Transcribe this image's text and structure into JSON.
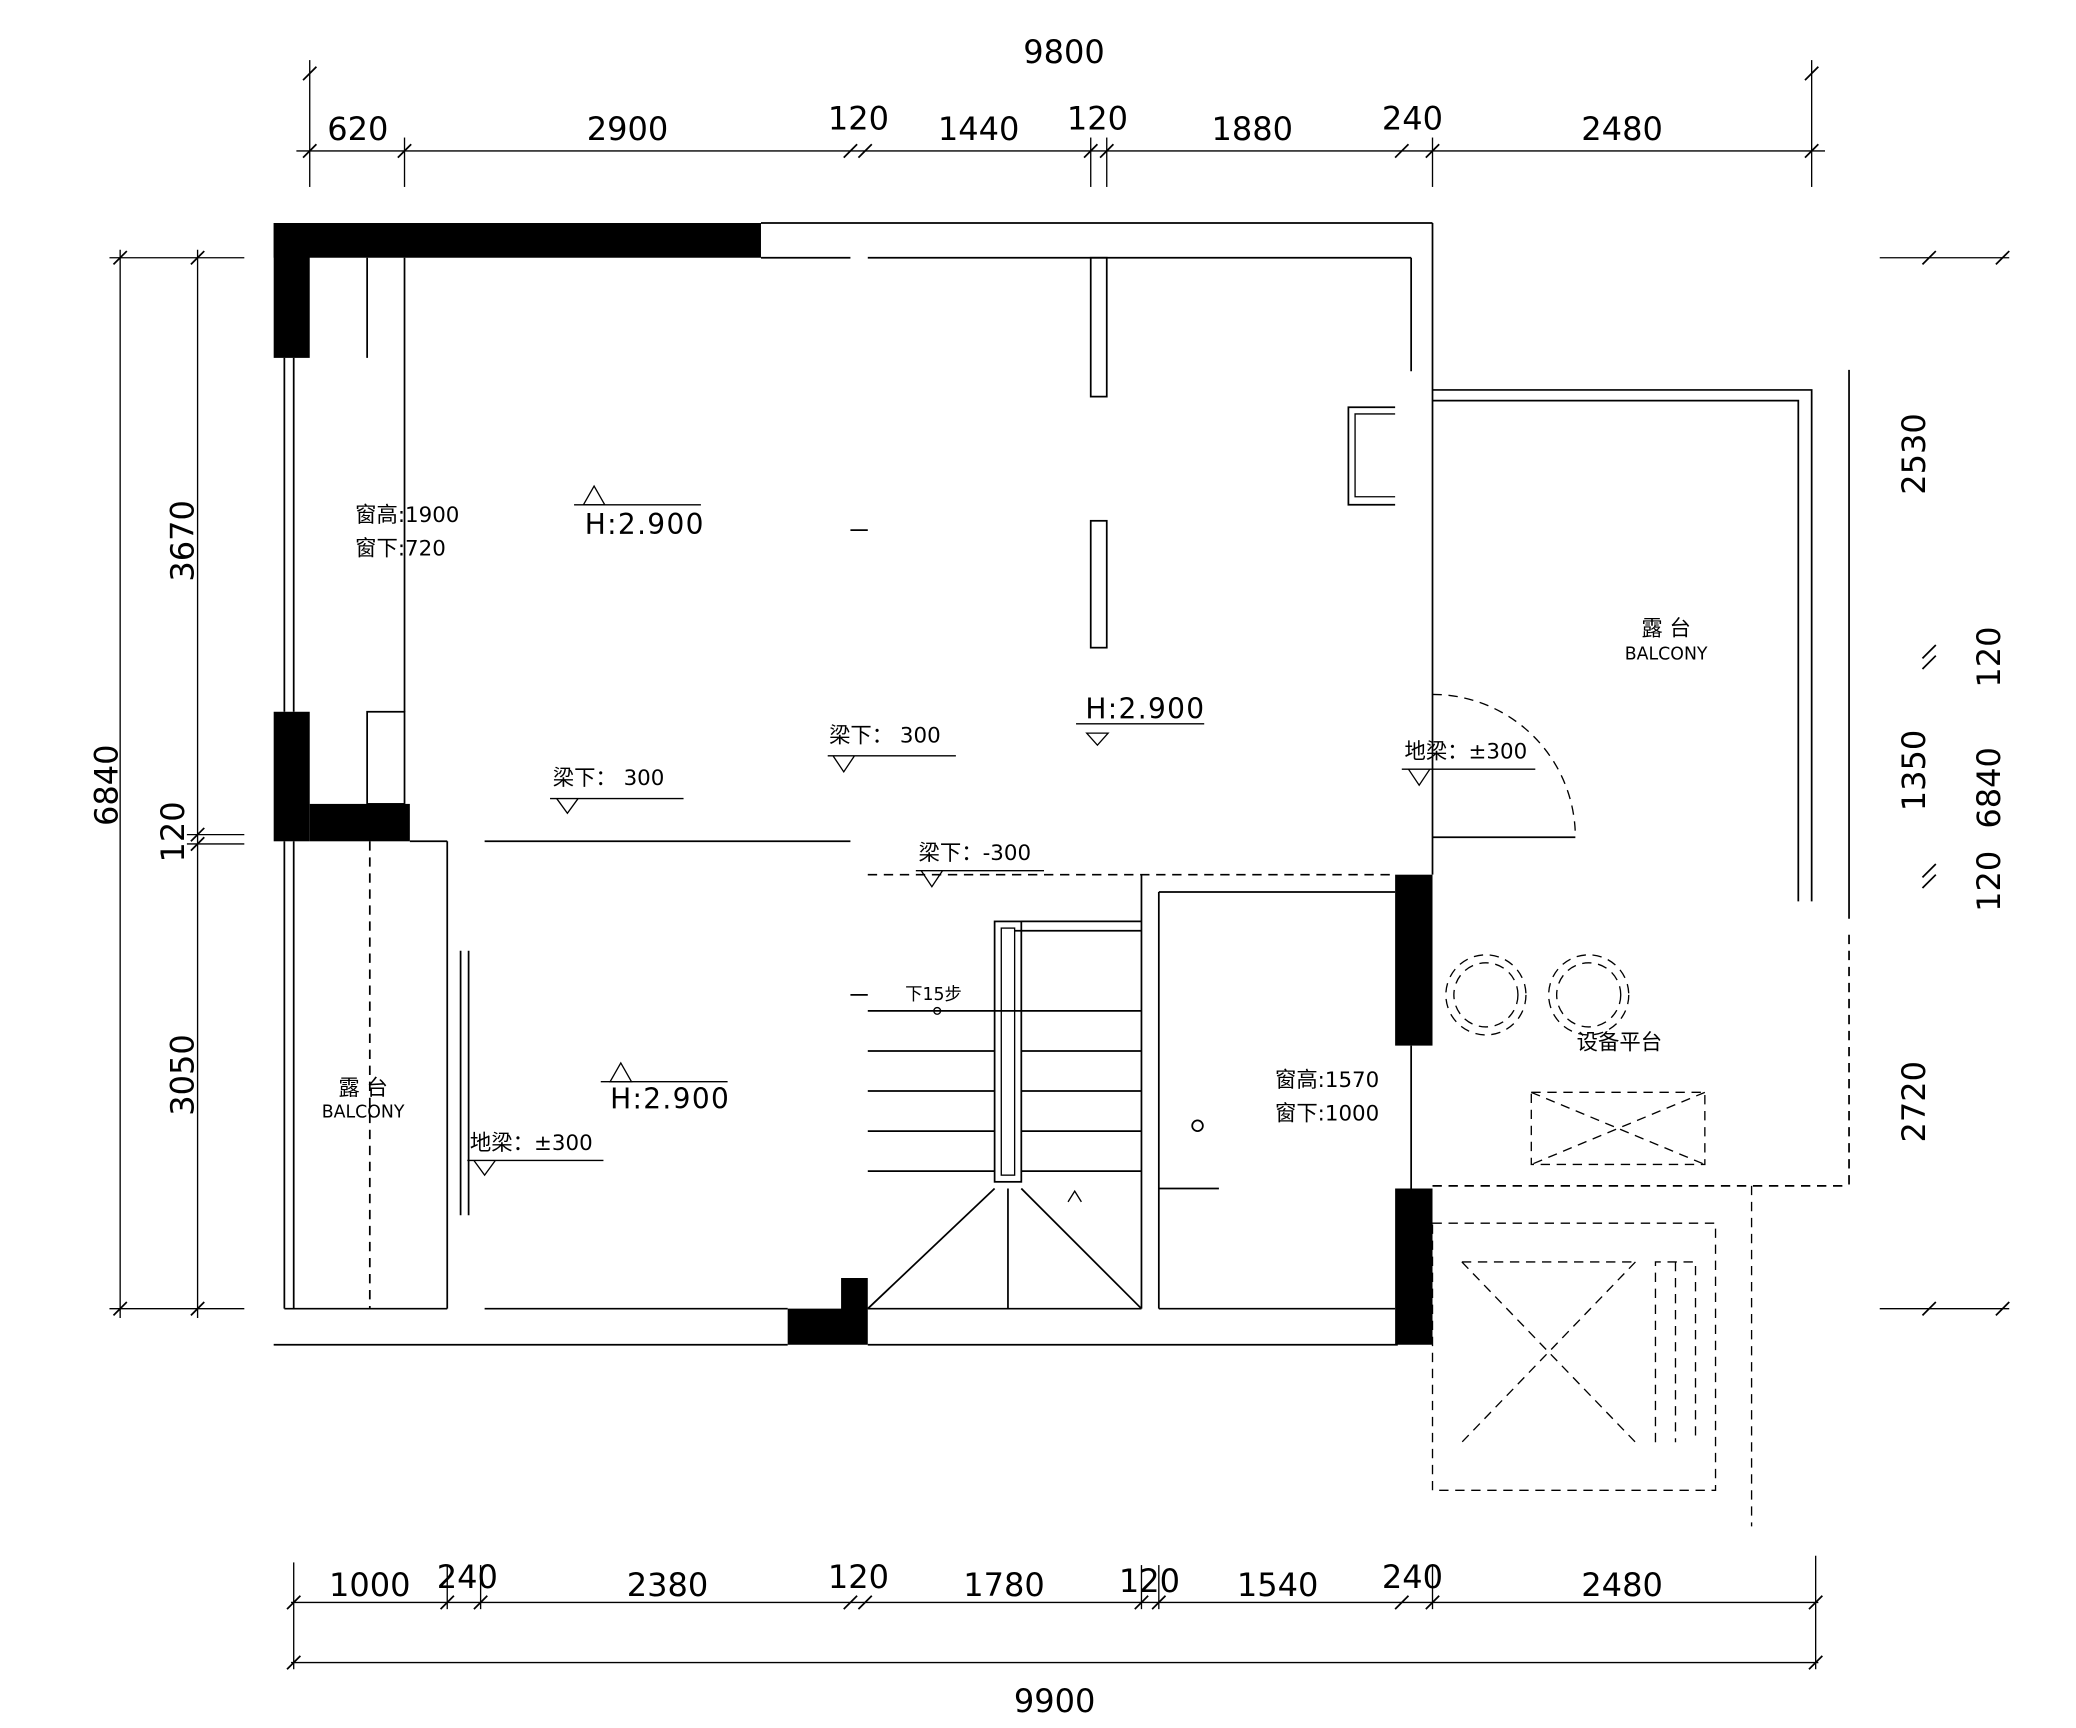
{
  "colors": {
    "line": "#000000",
    "wall_fill": "#000000",
    "background": "#ffffff"
  },
  "dimensions": {
    "top_total": "9800",
    "top": [
      "620",
      "2900",
      "120",
      "1440",
      "120",
      "1880",
      "240",
      "2480"
    ],
    "bottom": [
      "1000",
      "240",
      "2380",
      "120",
      "1780",
      "120",
      "1540",
      "240",
      "2480"
    ],
    "bottom_total": "9900",
    "left_total": "6840",
    "left": [
      "3670",
      "120",
      "3050"
    ],
    "right": [
      "2530",
      "120",
      "1350",
      "120",
      "2720"
    ],
    "right_total": "6840"
  },
  "annotations": {
    "window_upper_left": {
      "height": "窗高:1900",
      "sill": "窗下:720"
    },
    "window_lower_right": {
      "height": "窗高:1570",
      "sill": "窗下:1000"
    },
    "elevations": [
      "H:2.900",
      "H:2.900",
      "H:2.900"
    ],
    "beams": [
      "梁下： 300",
      "梁下： 300",
      "梁下：-300"
    ],
    "ground_beams": [
      "地梁：±300",
      "地梁：±300"
    ],
    "stair": "下15步",
    "terrace_right": {
      "cn": "露 台",
      "en": "BALCONY"
    },
    "terrace_left": {
      "cn": "露 台",
      "en": "BALCONY"
    },
    "equipment_platform": "设备平台"
  }
}
